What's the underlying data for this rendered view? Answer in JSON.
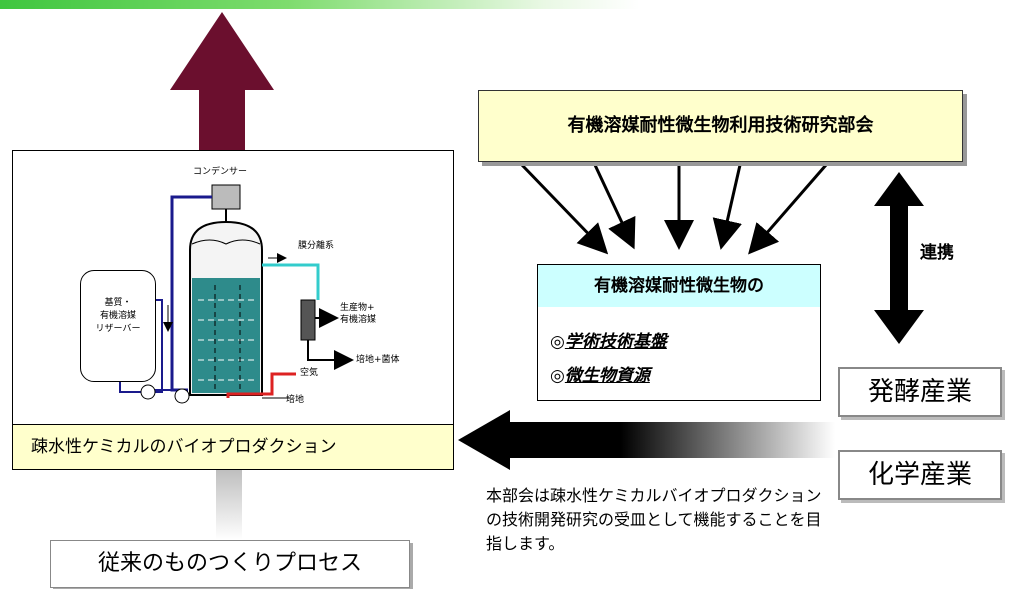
{
  "colors": {
    "up_arrow": "#6b0f2e",
    "org_fill": "#ffffcc",
    "info_title_fill": "#ccffff",
    "vessel_liquid": "#2e8b8b",
    "pipe_blue": "#1a1a8c",
    "pipe_cyan": "#33cccc",
    "pipe_red": "#dd2222"
  },
  "organization": "有機溶媒耐性微生物利用技術研究部会",
  "renkei_label": "連携",
  "info_box": {
    "title": "有機溶媒耐性微生物の",
    "item1_mark": "◎",
    "item1": "学術技術基盤",
    "item2_mark": "◎",
    "item2": "微生物資源"
  },
  "industries": {
    "ferment": "発酵産業",
    "chemical": "化学産業"
  },
  "description": "本部会は疎水性ケミカルバイオプロダクションの技術開発研究の受皿として機能することを目指します。",
  "legacy_process": "従来のものつくりプロセス",
  "bioreactor": {
    "caption": "疎水性ケミカルのバイオプロダクション",
    "condenser": "コンデンサー",
    "membrane": "膜分離系",
    "product": "生産物+\n有機溶媒",
    "medium_cells": "培地+菌体",
    "air": "空気",
    "medium": "培地",
    "reservoir": "基質・\n有機溶媒\nリザーバー"
  }
}
